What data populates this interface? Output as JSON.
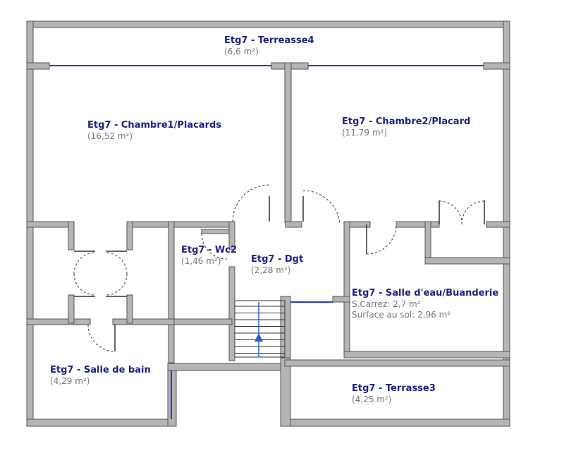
{
  "colors": {
    "wall_fill": "#b4b4b4",
    "wall_stroke": "#555555",
    "window_line": "#2b3bbf",
    "label_name": "#1b1f8a",
    "label_area": "#777777",
    "stair_arrow": "#2a5cc4"
  },
  "rooms": [
    {
      "id": "terrasse4",
      "name": "Etg7 - Terreasse4",
      "area": "(6,6 m²)"
    },
    {
      "id": "chambre1",
      "name": "Etg7 - Chambre1/Placards",
      "area": "(16,52 m²)"
    },
    {
      "id": "chambre2",
      "name": "Etg7 - Chambre2/Placard",
      "area": "(11,79 m²)"
    },
    {
      "id": "wc2",
      "name": "Etg7 - Wc2",
      "area": "(1,46 m²)"
    },
    {
      "id": "dgt",
      "name": "Etg7 - Dgt",
      "area": "(2,28 m²)"
    },
    {
      "id": "salle_eau",
      "name": "Etg7 - Salle d'eau/Buanderie",
      "area": "S.Carrez: 2,7 m²",
      "extra": "Surface au sol: 2,96 m²"
    },
    {
      "id": "salle_bain",
      "name": "Etg7 - Salle de bain",
      "area": "(4,29 m²)"
    },
    {
      "id": "terrasse3",
      "name": "Etg7 - Terrasse3",
      "area": "(4,25 m²)"
    }
  ]
}
